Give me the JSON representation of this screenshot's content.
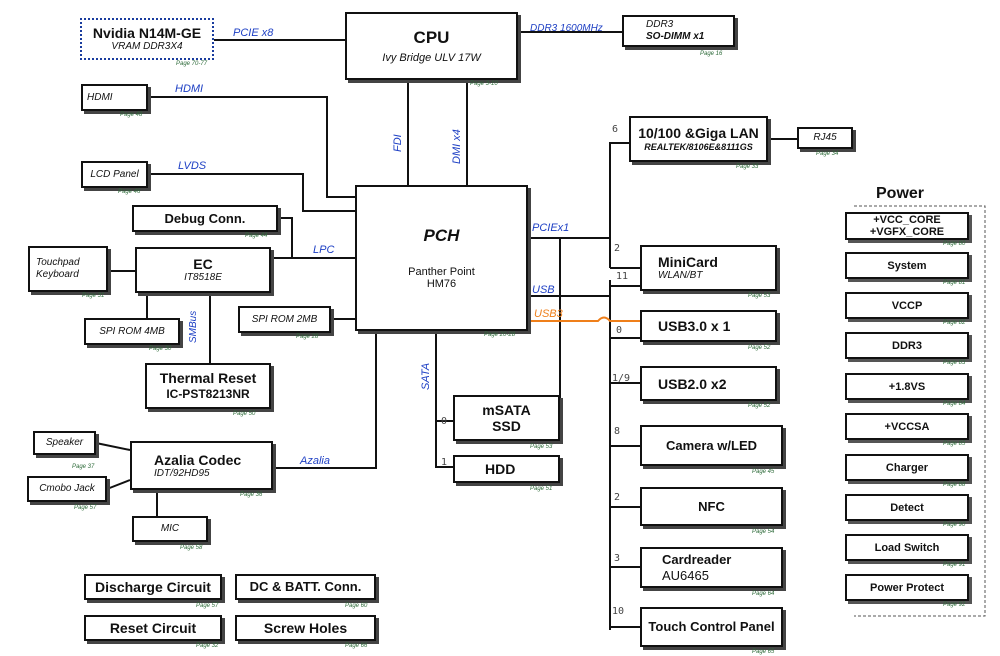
{
  "blocks": {
    "cpu": {
      "title": "CPU",
      "sub": "Ivy Bridge ULV 17W",
      "page": "Page 3-10"
    },
    "gpu": {
      "title": "Nvidia N14M-GE",
      "sub": "VRAM DDR3X4",
      "page": "Page 70-77"
    },
    "ddr3": {
      "title": "DDR3",
      "sub": "SO-DIMM x1",
      "page": "Page 16"
    },
    "hdmi": {
      "title": "HDMI",
      "page": "Page 48"
    },
    "lcd": {
      "title": "LCD Panel",
      "page": "Page 46"
    },
    "debug": {
      "title": "Debug Conn.",
      "page": "Page 44"
    },
    "touchpad": {
      "line1": "Touchpad",
      "line2": "Keyboard",
      "page": "Page 31"
    },
    "ec": {
      "title": "EC",
      "sub": "IT8518E",
      "page": ""
    },
    "spirom4": {
      "title": "SPI ROM 4MB",
      "page": "Page 30"
    },
    "spirom2": {
      "title": "SPI ROM 2MB",
      "page": "Page 28"
    },
    "thermal": {
      "title": "Thermal Reset",
      "sub": "IC-PST8213NR",
      "page": "Page 50"
    },
    "pch": {
      "title": "PCH",
      "sub1": "Panther Point",
      "sub2": "HM76",
      "page": "Page 20-28"
    },
    "lan": {
      "title": "10/100 &Giga LAN",
      "sub": "REALTEK/8106E&8111GS",
      "page": "Page 33"
    },
    "rj45": {
      "title": "RJ45",
      "page": "Page 34"
    },
    "minicard": {
      "title": "MiniCard",
      "sub": "WLAN/BT",
      "page": "Page 53"
    },
    "usb3": {
      "title": "USB3.0 x 1",
      "page": "Page 52"
    },
    "usb2": {
      "title": "USB2.0 x2",
      "page": "Page 52"
    },
    "camera": {
      "title": "Camera  w/LED",
      "page": "Page 45"
    },
    "nfc": {
      "title": "NFC",
      "page": "Page 54"
    },
    "cardreader": {
      "title": "Cardreader",
      "sub": "AU6465",
      "page": "Page 64"
    },
    "touchctl": {
      "title": "Touch Control Panel",
      "page": "Page 65"
    },
    "msata": {
      "title": "mSATA",
      "sub": "SSD",
      "page": "Page 53"
    },
    "hdd": {
      "title": "HDD",
      "page": "Page 51"
    },
    "speaker": {
      "title": "Speaker",
      "page": "Page 37"
    },
    "cmobo": {
      "title": "Cmobo Jack",
      "page": "Page 57"
    },
    "azalia": {
      "title": "Azalia Codec",
      "sub": "IDT/92HD95",
      "page": "Page 36"
    },
    "mic": {
      "title": "MIC",
      "page": "Page 58"
    },
    "discharge": {
      "title": "Discharge Circuit",
      "page": "Page 57"
    },
    "dcbatt": {
      "title": "DC & BATT. Conn.",
      "page": "Page 60"
    },
    "reset": {
      "title": "Reset Circuit",
      "page": "Page 32"
    },
    "screw": {
      "title": "Screw Holes",
      "page": "Page 66"
    }
  },
  "buses": {
    "pcie_x8": "PCIE x8",
    "ddr3_bus": "DDR3  1600MHz",
    "hdmi_bus": "HDMI",
    "lvds": "LVDS",
    "fdi": "FDI",
    "dmi": "DMI x4",
    "lpc": "LPC",
    "smbus": "SMBus",
    "pciex1": "PCIEx1",
    "usb": "USB",
    "usb3_bus": "USB3",
    "sata": "SATA",
    "azalia_bus": "Azalia"
  },
  "ports": {
    "lan": "6",
    "minicard": "2",
    "usb_hub": "11",
    "usb3": "0",
    "usb2": "1/9",
    "camera": "8",
    "nfc": "2",
    "cardreader": "3",
    "touchctl": "10",
    "msata": "0",
    "hdd": "1"
  },
  "power": {
    "title": "Power",
    "items": [
      {
        "l1": "+VCC_CORE",
        "l2": "+VGFX_CORE",
        "page": "Page 80"
      },
      {
        "l1": "System",
        "page": "Page 81"
      },
      {
        "l1": "VCCP",
        "page": "Page 82"
      },
      {
        "l1": "DDR3",
        "page": "Page 83"
      },
      {
        "l1": "+1.8VS",
        "page": "Page 84"
      },
      {
        "l1": "+VCCSA",
        "page": "Page 85"
      },
      {
        "l1": "Charger",
        "page": "Page 88"
      },
      {
        "l1": "Detect",
        "page": "Page 90"
      },
      {
        "l1": "Load Switch",
        "page": "Page 91"
      },
      {
        "l1": "Power Protect",
        "page": "Page 92"
      }
    ]
  },
  "colors": {
    "bus_label": "#1d3fc4",
    "usb3_line": "#ef7f1a",
    "page_ref": "#2e6b3a",
    "gpu_border": "#1a3c9e"
  }
}
